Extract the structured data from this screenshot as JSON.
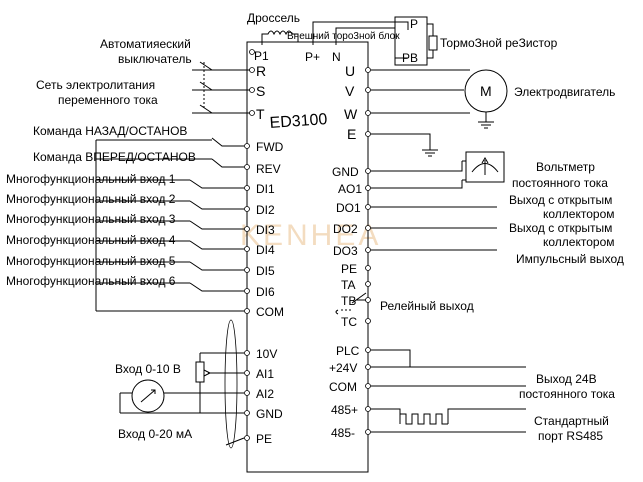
{
  "diagram": {
    "model": "ED3100",
    "watermark": "KENHEA",
    "top": {
      "choke": "Дроссель",
      "brake_unit": "Внешний торо3ной блок",
      "brake_resistor": "ТормоЗной реЗистор",
      "brake_p": "P",
      "brake_pb": "PB"
    },
    "left_pins": [
      "P1",
      "R",
      "S",
      "T",
      "FWD",
      "REV",
      "DI1",
      "DI2",
      "DI3",
      "DI4",
      "DI5",
      "DI6",
      "COM",
      "10V",
      "AI1",
      "AI2",
      "GND",
      "PE"
    ],
    "top_pins": [
      "P+",
      "N"
    ],
    "right_pins": [
      "U",
      "V",
      "W",
      "E",
      "GND",
      "AO1",
      "DO1",
      "DO2",
      "DO3",
      "PE",
      "TA",
      "TB",
      "TC",
      "PLC",
      "+24V",
      "COM",
      "485+",
      "485-"
    ],
    "left_labels": {
      "breaker": "Автоматияеский\nвыключатель",
      "mains": "Сеть электролитания\nпеременного тока",
      "reverse": "Команда  НАЗАД/ОСТАНОВ",
      "forward": "Команда  ВПЕРЕД/ОСТАНОВ",
      "di": [
        "Многофункциональный вход 1",
        "Многофункциональный вход 2",
        "Многофункциональный вход 3",
        "Многофункциональный вход 4",
        "Многофункциональный вход 5",
        "Многофункциональный вход 6"
      ],
      "input_v": "Вход 0-10 В",
      "input_ma": "Вход 0-20 мА"
    },
    "right_labels": {
      "motor": "Электродвигатель",
      "motor_symbol": "M",
      "voltmeter": "Вольтметр\nпостоянного тока",
      "do1": "Выход с открытым\nколлектором",
      "do2": "Выход с открытым\nколлектором",
      "do3": "Импульсный выход",
      "relay": "Релейный выход",
      "out24": "Выход 24В\nпостоянного тока",
      "rs485": "Стандартный\nпорт RS485"
    }
  }
}
